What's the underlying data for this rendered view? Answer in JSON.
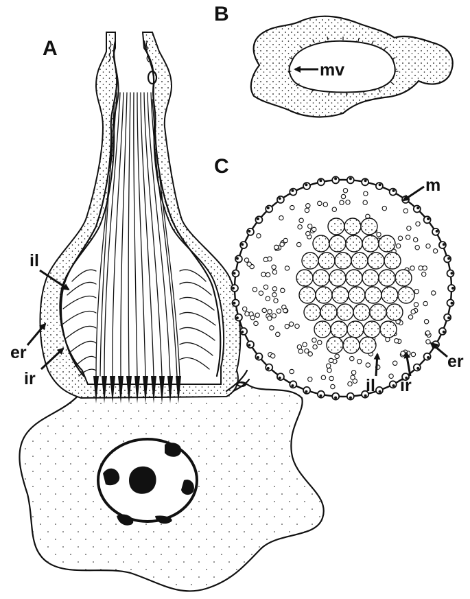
{
  "panels": {
    "a": "A",
    "b": "B",
    "c": "C"
  },
  "labels": {
    "a_il": "il",
    "a_er": "er",
    "a_ir": "ir",
    "b_mv": "mv",
    "c_m": "m",
    "c_er": "er",
    "c_il": "il",
    "c_ir": "ir"
  },
  "colors": {
    "ink": "#111111",
    "paper": "#ffffff"
  }
}
